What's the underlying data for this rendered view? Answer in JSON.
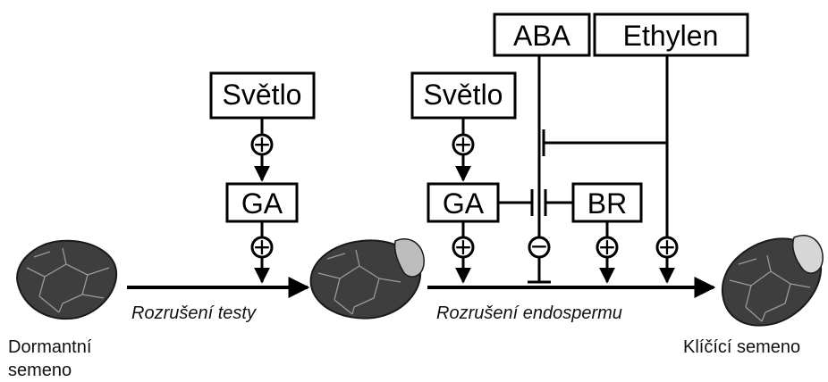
{
  "nodes": {
    "light_1": "Světlo",
    "ga_1": "GA",
    "light_2": "Světlo",
    "ga_2": "GA",
    "br": "BR",
    "aba": "ABA",
    "ethylene": "Ethylen"
  },
  "stages": {
    "dormant_line1": "Dormantní",
    "dormant_line2": "semeno",
    "germinating": "Klíčící semeno"
  },
  "processes": {
    "testa_rupture": "Rozrušení testy",
    "endosperm_rupture": "Rozrušení endospermu"
  },
  "effects": {
    "promote": "+",
    "inhibit": "−"
  }
}
